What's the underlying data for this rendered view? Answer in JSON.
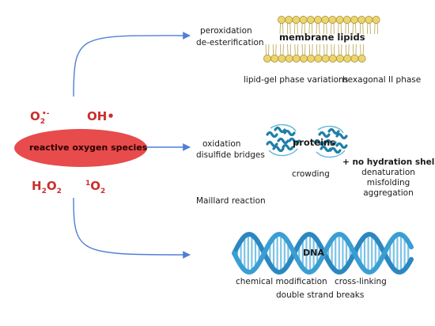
{
  "colors": {
    "arrow": "#4f7fd6",
    "ellipse": "#e84b4b",
    "ros_text": "#c8302b",
    "lipid_head": "#ecd56e",
    "dna_blue": "#3a9ed3",
    "protein": "#1f7fa8"
  },
  "ros": {
    "ellipse_label": "reactive oxygen species",
    "superoxide": {
      "base": "O",
      "sub": "2",
      "sup": "•-"
    },
    "hydroxyl": "OH•",
    "peroxide": {
      "a": "H",
      "a_sub": "2",
      "b": "O",
      "b_sub": "2"
    },
    "singlet": {
      "sup": "1",
      "base": "O",
      "sub": "2"
    }
  },
  "lipids": {
    "effects": [
      "peroxidation",
      "de-esterification"
    ],
    "label": "membrane lipids",
    "phases": [
      "lipid-gel phase variations",
      "hexagonal II phase"
    ]
  },
  "proteins": {
    "effects": [
      "oxidation",
      "disulfide bridges"
    ],
    "label": "proteins",
    "crowding": "crowding",
    "hydration_title": "+ no hydration shell",
    "hydration_effects": [
      "denaturation",
      "misfolding",
      "aggregation"
    ]
  },
  "maillard": "Maillard reaction",
  "dna": {
    "label": "DNA",
    "effects": [
      "chemical modification",
      "cross-linking",
      "double strand breaks"
    ]
  },
  "icons": [
    "arrow-icon",
    "lipid-bilayer-icon",
    "protein-structure-icon",
    "dna-helix-icon"
  ]
}
